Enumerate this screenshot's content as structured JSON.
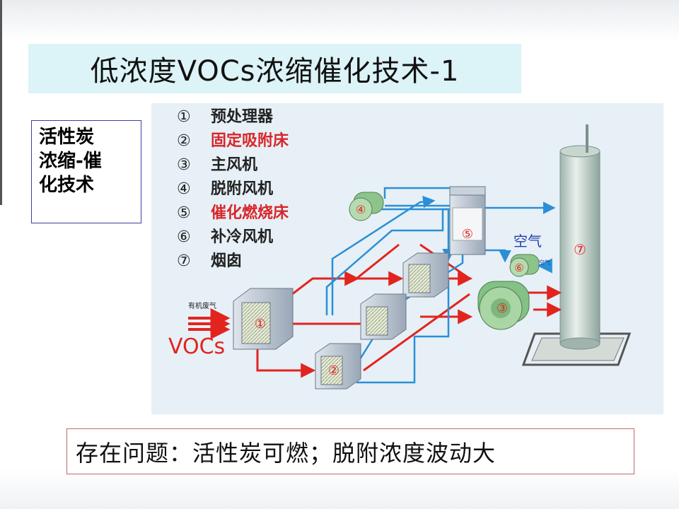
{
  "slide": {
    "title": "低浓度VOCs浓缩催化技术-1",
    "side_box": {
      "lines": [
        "活性炭",
        "浓缩-催",
        "化技术"
      ]
    },
    "legend": [
      {
        "num": "①",
        "label": "预处理器",
        "color": "#222222"
      },
      {
        "num": "②",
        "label": "固定吸附床",
        "color": "#d9262b"
      },
      {
        "num": "③",
        "label": "主风机",
        "color": "#222222"
      },
      {
        "num": "④",
        "label": "脱附风机",
        "color": "#222222"
      },
      {
        "num": "⑤",
        "label": "催化燃烧床",
        "color": "#d9262b"
      },
      {
        "num": "⑥",
        "label": "补冷风机",
        "color": "#222222"
      },
      {
        "num": "⑦",
        "label": "烟囱",
        "color": "#222222"
      }
    ],
    "diagram": {
      "inlet_small": "有机废气",
      "inlet_big": "VOCs",
      "air_label": "空气",
      "air_small": "空气",
      "unit_numbers": [
        "①",
        "②",
        "③",
        "④",
        "⑤",
        "⑥",
        "⑦"
      ],
      "colors": {
        "flow_red": "#e2241f",
        "flow_blue": "#2b8fd6",
        "label_blue": "#1f3fb0",
        "num_red": "#e2241f"
      }
    },
    "problem": "存在问题：活性炭可燃；脱附浓度波动大"
  }
}
